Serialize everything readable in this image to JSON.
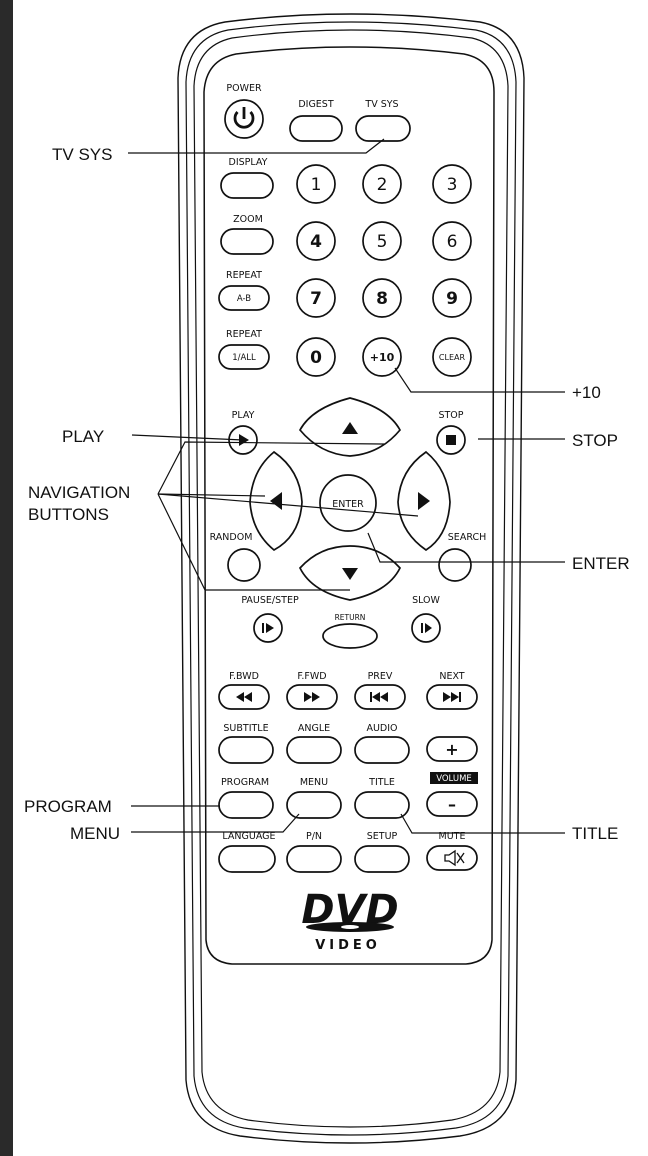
{
  "remote": {
    "power_label": "POWER",
    "digest_label": "DIGEST",
    "tvsys_label": "TV SYS",
    "display_label": "DISPLAY",
    "zoom_label": "ZOOM",
    "repeat_ab_label": "REPEAT",
    "repeat_ab_button": "A-B",
    "repeat_all_label": "REPEAT",
    "repeat_all_button": "1/ALL",
    "numbers": [
      "1",
      "2",
      "3",
      "4",
      "5",
      "6",
      "7",
      "8",
      "9"
    ],
    "zero": "0",
    "plus10": "+10",
    "clear": "CLEAR",
    "play_label": "PLAY",
    "stop_label": "STOP",
    "enter": "ENTER",
    "random_label": "RANDOM",
    "search_label": "SEARCH",
    "pause_step_label": "PAUSE/STEP",
    "return_label": "RETURN",
    "slow_label": "SLOW",
    "fbwd_label": "F.BWD",
    "ffwd_label": "F.FWD",
    "prev_label": "PREV",
    "next_label": "NEXT",
    "subtitle_label": "SUBTITLE",
    "angle_label": "ANGLE",
    "audio_label": "AUDIO",
    "volume_label": "VOLUME",
    "vol_plus": "+",
    "vol_minus": "–",
    "program_label": "PROGRAM",
    "menu_label": "MENU",
    "title_label": "TITLE",
    "language_label": "LANGUAGE",
    "pn_label": "P/N",
    "setup_label": "SETUP",
    "mute_label": "MUTE",
    "logo_text": "DVD",
    "logo_sub": "VIDEO"
  },
  "callouts": {
    "tvsys": "TV SYS",
    "plus10": "+10",
    "play": "PLAY",
    "stop": "STOP",
    "navigation_1": "NAVIGATION",
    "navigation_2": "BUTTONS",
    "enter": "ENTER",
    "program": "PROGRAM",
    "menu": "MENU",
    "title": "TITLE"
  },
  "colors": {
    "ink": "#111111",
    "left_bar": "#2a2a2a"
  }
}
